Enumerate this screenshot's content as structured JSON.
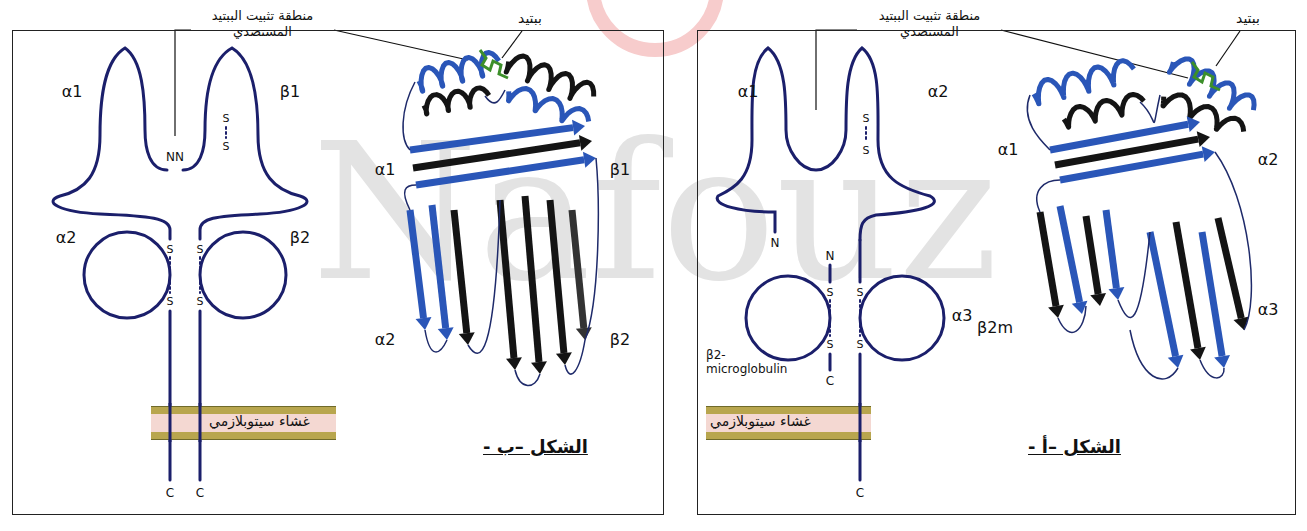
{
  "diagram": {
    "nodes": [
      {
        "text": [
          "الشكل –أ -"
        ]
      },
      {
        "text": [
          "غشاء سيتوبلازمي"
        ],
        "in": 0
      },
      {
        "text": [
          "الشكل –ب -"
        ]
      },
      {
        "text": [
          "غشاء سيتوبلازمي"
        ],
        "in": 2
      }
    ],
    "labels": [
      "Nafouz",
      "ببتيد",
      "منطقة تثبيت الببتيد المستضدي",
      "α1",
      "α2",
      "N",
      "N",
      "S",
      "S",
      "S",
      "S",
      "S",
      "S",
      "β2- microglobulin",
      "α3",
      "C",
      "C",
      "α1",
      "α2",
      "β2m",
      "α3",
      "منطقة تثبيت الببتيد المستضدي",
      "ببتيد",
      "α1",
      "β1",
      "NN",
      "S",
      "S",
      "α2",
      "β2",
      "S",
      "S",
      "S",
      "S",
      "C",
      "C",
      "α1",
      "β1",
      "α2",
      "β2"
    ]
  }
}
